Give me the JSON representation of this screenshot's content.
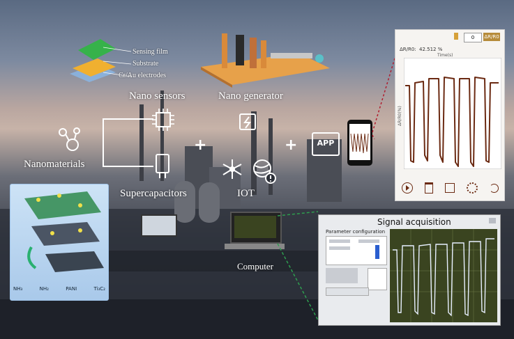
{
  "labels": {
    "nanomaterials": "Nanomaterials",
    "nano_sensors": "Nano sensors",
    "nano_generator": "Nano generator",
    "supercapacitors": "Supercapacitors",
    "iot": "IOT",
    "computer": "Computer",
    "app": "APP"
  },
  "sensor_layers": {
    "sensing_film": "Sensing film",
    "substrate": "Substrate",
    "electrodes": "Cr/Au electrodes"
  },
  "material_legend": [
    "NH₃",
    "NH₂",
    "PANI",
    "Ti₃C₂"
  ],
  "phone_panel": {
    "readout_label": "ΔR/R0:",
    "readout_value": "42.512 %",
    "button_text": "ΔR/R0",
    "input_value": "0",
    "x_axis_label": "Time(s)",
    "y_axis_label": "ΔR/R0(%)"
  },
  "signal_panel": {
    "title": "Signal acquisition",
    "section": "Parameter configuration"
  },
  "colors": {
    "curve": "#6b2a12",
    "plot_bg": "#3a4420",
    "plot_line": "#e8f0ff",
    "accent": "#2e9e4f"
  }
}
